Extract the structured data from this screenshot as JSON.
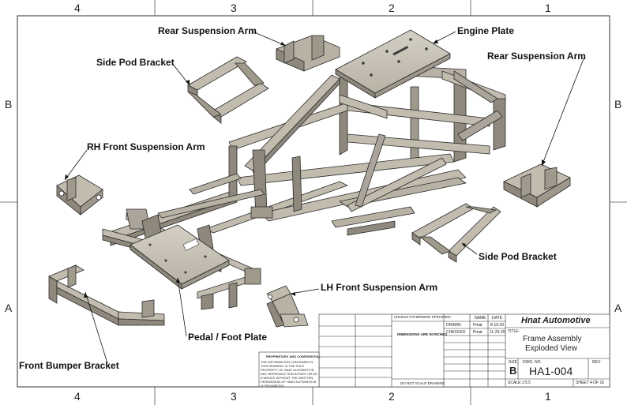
{
  "zones": {
    "columns": [
      "4",
      "3",
      "2",
      "1"
    ],
    "rows": [
      "B",
      "A"
    ]
  },
  "callouts": [
    {
      "id": "rear-suspension-arm-left",
      "label": "Rear Suspension Arm"
    },
    {
      "id": "engine-plate",
      "label": "Engine Plate"
    },
    {
      "id": "side-pod-bracket-top",
      "label": "Side Pod Bracket"
    },
    {
      "id": "rear-suspension-arm-right",
      "label": "Rear Suspension Arm"
    },
    {
      "id": "rh-front-suspension-arm",
      "label": "RH Front Suspension Arm"
    },
    {
      "id": "side-pod-bracket-right",
      "label": "Side Pod Bracket"
    },
    {
      "id": "lh-front-suspension-arm",
      "label": "LH Front Suspension Arm"
    },
    {
      "id": "pedal-foot-plate",
      "label": "Pedal / Foot Plate"
    },
    {
      "id": "front-bumper-bracket",
      "label": "Front Bumper Bracket"
    }
  ],
  "title_block": {
    "unless_specified": "UNLESS OTHERWISE SPECIFIED:",
    "dimensions_note": "DIMENSIONS ARE IN INCHES",
    "do_not_scale": "DO NOT SCALE DRAWING",
    "col_name": "NAME",
    "col_date": "DATE",
    "drawn_label": "DRAWN",
    "drawn_name": "Pmat",
    "drawn_date": "8-15-20",
    "checked_label": "CHECKED",
    "checked_name": "Pmat",
    "checked_date": "11-25-20",
    "company": "Hnat Automotive",
    "title_label": "TITLE:",
    "title_line1": "Frame Assembly",
    "title_line2": "Exploded View",
    "size_label": "SIZE",
    "size": "B",
    "dwg_no_label": "DWG.  NO.",
    "dwg_no": "HA1-004",
    "rev_label": "REV",
    "scale": "SCALE:1:5.5",
    "sheet": "SHEET 4 OF 16",
    "proprietary_title": "PROPRIETARY AND CONFIDENTIAL",
    "proprietary_text": "THE INFORMATION CONTAINED IN THIS DRAWING IS THE SOLE PROPERTY OF HNAT AUTOMOTIVE. ANY REPRODUCTION IN PART OR AS A WHOLE WITHOUT THE WRITTEN PERMISSION OF HNAT AUTOMOTIVE IS PROHIBITED."
  },
  "colors": {
    "metal_top": "#c9c3b6",
    "metal_side": "#8f897d",
    "metal_dark": "#5e5a52",
    "line": "#222222"
  }
}
